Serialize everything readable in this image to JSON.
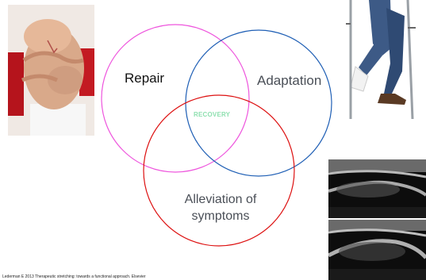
{
  "diagram": {
    "circles": [
      {
        "label": "Repair",
        "color": "#ee55dd"
      },
      {
        "label": "Adaptation",
        "color": "#1f5fb5"
      },
      {
        "label": "Alleviation of symptoms",
        "color": "#dd1111"
      }
    ],
    "center_label": "RECOVERY",
    "center_color": "#8fe0b0",
    "alleviation_line1": "Alleviation of",
    "alleviation_line2": "symptoms"
  },
  "images": [
    {
      "name": "knee-photo"
    },
    {
      "name": "crutch-photo"
    },
    {
      "name": "ultrasound-image-top"
    },
    {
      "name": "ultrasound-image-bottom"
    }
  ],
  "citation": "Lederman E 2013 Therapeutic stretching: towards a functional approach. Elsevier"
}
